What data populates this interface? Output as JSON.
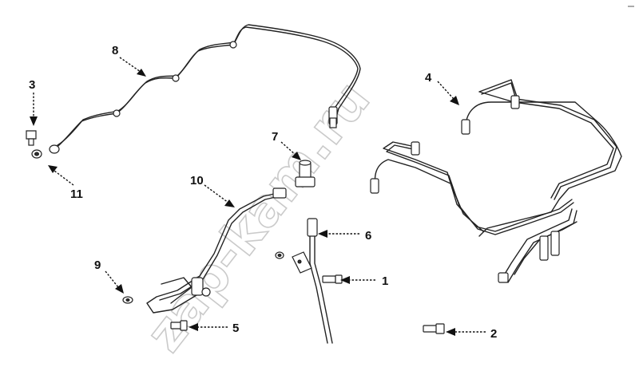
{
  "watermark": "zap-kam.ru",
  "callouts": [
    {
      "id": "callout-1",
      "label": "1"
    },
    {
      "id": "callout-2",
      "label": "2"
    },
    {
      "id": "callout-3",
      "label": "3"
    },
    {
      "id": "callout-4",
      "label": "4"
    },
    {
      "id": "callout-5",
      "label": "5"
    },
    {
      "id": "callout-6",
      "label": "6"
    },
    {
      "id": "callout-7",
      "label": "7"
    },
    {
      "id": "callout-8",
      "label": "8"
    },
    {
      "id": "callout-9",
      "label": "9"
    },
    {
      "id": "callout-10",
      "label": "10"
    },
    {
      "id": "callout-11",
      "label": "11"
    }
  ]
}
